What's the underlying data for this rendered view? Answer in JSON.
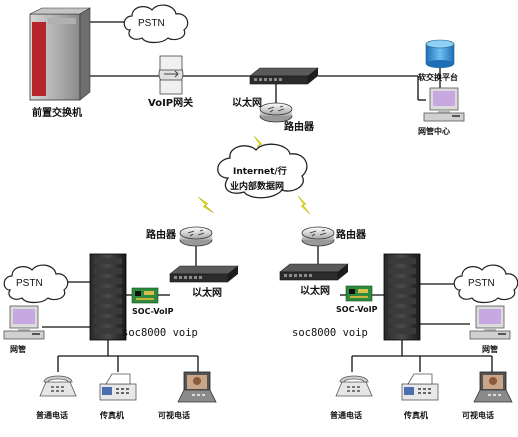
{
  "labels": {
    "front_switch": "前置交换机",
    "pstn_top": "PSTN",
    "voip_gateway": "VoIP网关",
    "ethernet_top": "以太网",
    "router_top": "路由器",
    "softswitch": "软交换平台",
    "nms_center": "网管中心",
    "internet_line1": "Internet/行",
    "internet_line2": "业内部数据网",
    "router_left": "路由器",
    "router_right": "路由器",
    "pstn_left": "PSTN",
    "pstn_right": "PSTN",
    "soc_card_left": "SOC-VoIP",
    "soc_card_right": "SOC-VoIP",
    "ethernet_left": "以太网",
    "ethernet_right": "以太网",
    "nms_left": "网管",
    "nms_right": "网管",
    "soc_left": "soc8000 voip",
    "soc_right": "soc8000 voip",
    "phone_left": "普通电话",
    "fax_left": "传真机",
    "video_left": "可视电话",
    "phone_right": "普通电话",
    "fax_right": "传真机",
    "video_right": "可视电话"
  },
  "colors": {
    "lightning": "#e8e21a",
    "server_red": "#b5262a",
    "computer_screen": "#c8a8e0",
    "database": "#3aa0e0",
    "card_green": "#2e8b3e"
  },
  "icons": [
    "server-cabinet-icon",
    "cloud-icon",
    "gateway-icon",
    "switch-icon",
    "router-icon",
    "database-icon",
    "computer-icon",
    "rack-icon",
    "voip-card-icon",
    "phone-icon",
    "fax-icon",
    "video-phone-icon",
    "lightning-icon"
  ]
}
